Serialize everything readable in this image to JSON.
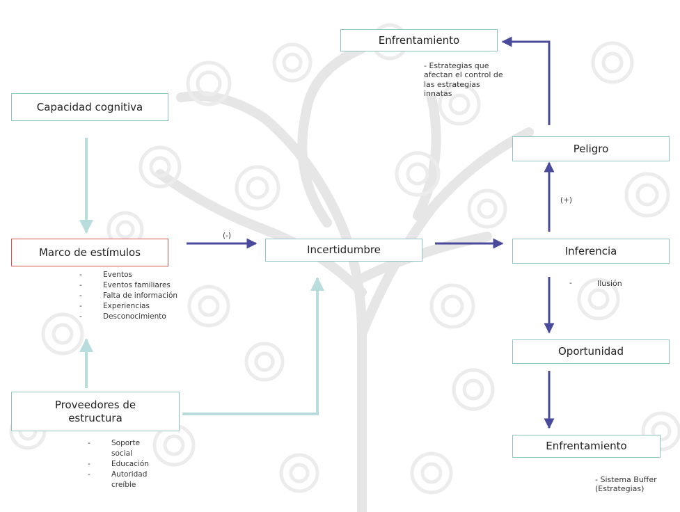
{
  "boxes": {
    "capacidad": "Capacidad cognitiva",
    "marco": "Marco de estímulos",
    "proveedores": "Proveedores de estructura",
    "incertidumbre": "Incertidumbre",
    "enfrentamiento_top": "Enfrentamiento",
    "peligro": "Peligro",
    "inferencia": "Inferencia",
    "oportunidad": "Oportunidad",
    "enfrentamiento_bottom": "Enfrentamiento"
  },
  "notes": {
    "estrategias_top": "- Estrategias que afectan el control de las estrategias innatas",
    "ilusion": "Ilusión",
    "sistema_buffer": "- Sistema Buffer (Estrategias)"
  },
  "lists": {
    "marco_items": [
      "Eventos",
      "Eventos familiares",
      "Falta de información",
      "Experiencias",
      "Desconocimiento"
    ],
    "proveedores_items": [
      "Soporte social",
      "Educación",
      "Autoridad creíble"
    ]
  },
  "edge_labels": {
    "negative": "(-)",
    "positive": "(+)"
  },
  "colors": {
    "box_border": "#8cc3c6",
    "highlight_border": "#d9534f",
    "strong_arrow": "#4a4a9c",
    "light_arrow": "#b9dcdc"
  }
}
